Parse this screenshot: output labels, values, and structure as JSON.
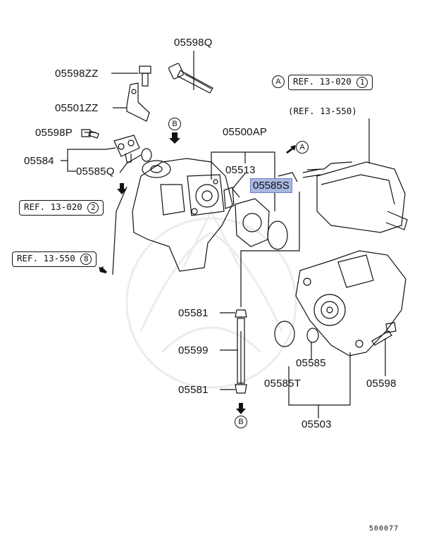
{
  "parts": {
    "p05598Q": "05598Q",
    "p05598ZZ": "05598ZZ",
    "p05501ZZ": "05501ZZ",
    "p05598P": "05598P",
    "p05584": "05584",
    "p05585Q": "05585Q",
    "p05500AP": "05500AP",
    "p05513": "05513",
    "p05585S": "05585S",
    "p05581_top": "05581",
    "p05599": "05599",
    "p05581_bottom": "05581",
    "p05585": "05585",
    "p05585T": "05585T",
    "p05598": "05598",
    "p05503": "05503"
  },
  "refs": {
    "ref_13_020_top": "REF. 13-020",
    "ref_13_020_top_num": "1",
    "ref_13_550_open": "(REF. 13-550)",
    "ref_13_020_left": "REF. 13-020",
    "ref_13_020_left_num": "2",
    "ref_13_550_left": "REF. 13-550",
    "ref_13_550_left_num": "8"
  },
  "markers": {
    "A_top": "A",
    "A_mid": "A",
    "B_top": "B",
    "B_bottom": "B"
  },
  "footer": {
    "diagram_id": "500077"
  },
  "colors": {
    "highlight": "#a9b8e2",
    "ink": "#111111"
  }
}
